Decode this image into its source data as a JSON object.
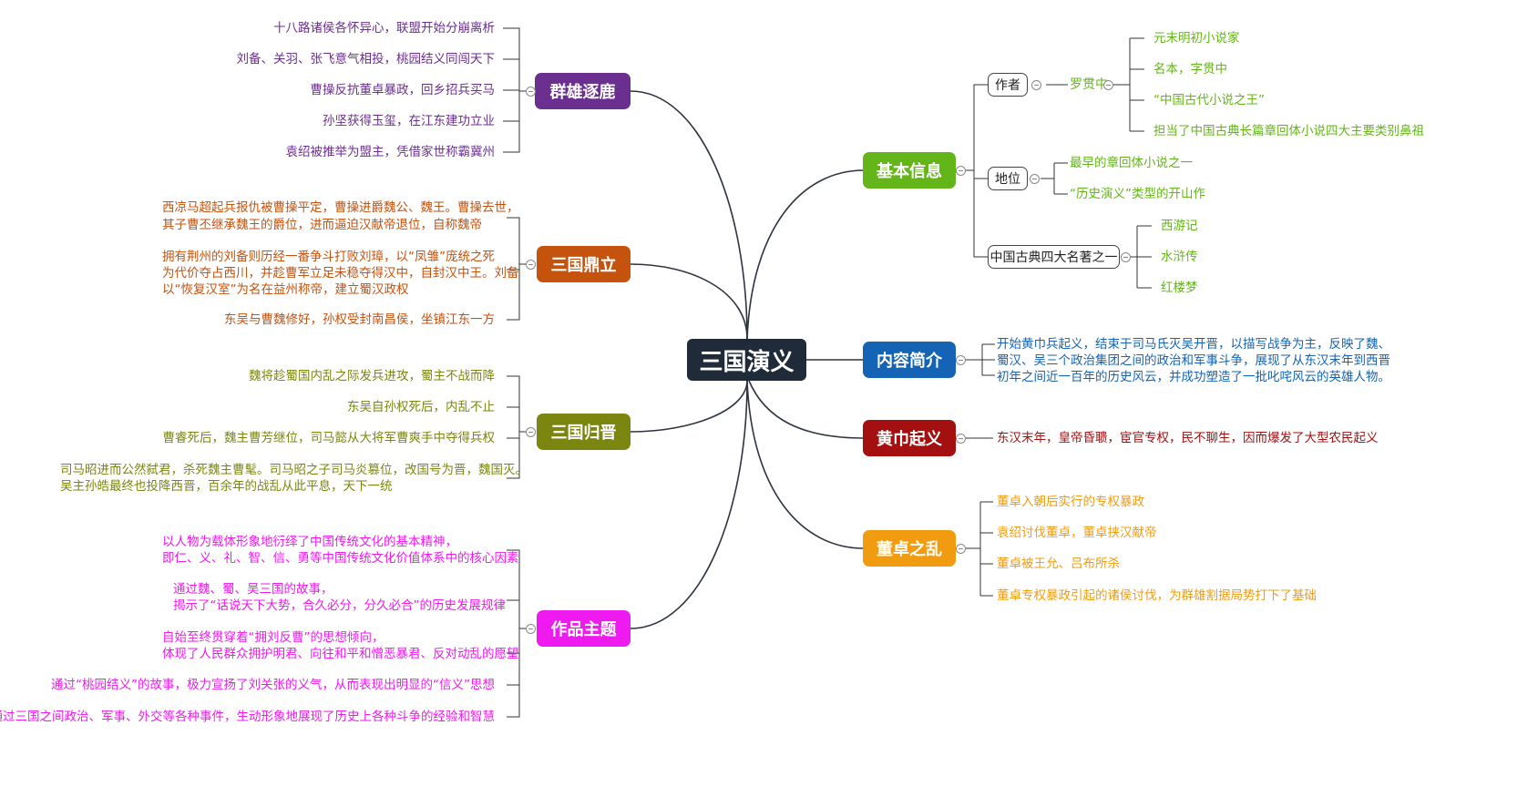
{
  "root": "三国演义",
  "colors": {
    "root": "#1f2b38",
    "qunxiong": "#6b2f8f",
    "dingli": "#c5520d",
    "guijin": "#7a860f",
    "zhuti": "#ee1aef",
    "jiben": "#64b519",
    "neirong": "#1563b4",
    "huangjin": "#a40f0f",
    "dongzhuo": "#f19c10"
  },
  "left": {
    "qunxiong": {
      "title": "群雄逐鹿",
      "items": [
        "十八路诸侯各怀异心，联盟开始分崩离析",
        "刘备、关羽、张飞意气相投，桃园结义同闯天下",
        "曹操反抗董卓暴政，回乡招兵买马",
        "孙坚获得玉玺，在江东建功立业",
        "袁绍被推举为盟主，凭借家世称霸冀州"
      ]
    },
    "dingli": {
      "title": "三国鼎立",
      "items": [
        [
          "西凉马超起兵报仇被曹操平定，曹操进爵魏公、魏王。曹操去世，",
          "其子曹丕继承魏王的爵位，进而逼迫汉献帝退位，自称魏帝"
        ],
        [
          "拥有荆州的刘备则历经一番争斗打败刘璋，以“凤雏”庞统之死",
          "为代价夺占西川，并趁曹军立足未稳夺得汉中，自封汉中王。刘备",
          "以“恢复汉室”为名在益州称帝，建立蜀汉政权"
        ],
        [
          "东吴与曹魏修好，孙权受封南昌侯，坐镇江东一方"
        ]
      ]
    },
    "guijin": {
      "title": "三国归晋",
      "items": [
        [
          "魏将趁蜀国内乱之际发兵进攻，蜀主不战而降"
        ],
        [
          "东吴自孙权死后，内乱不止"
        ],
        [
          "曹睿死后，魏主曹芳继位，司马懿从大将军曹爽手中夺得兵权"
        ],
        [
          "司马昭进而公然弑君，杀死魏主曹髦。司马昭之子司马炎篡位，改国号为晋，魏国灭。",
          "吴主孙皓最终也投降西晋，百余年的战乱从此平息，天下一统"
        ]
      ]
    },
    "zhuti": {
      "title": "作品主题",
      "items": [
        [
          "以人物为载体形象地衍绎了中国传统文化的基本精神，",
          "即仁、义、礼、智、信、勇等中国传统文化价值体系中的核心因素"
        ],
        [
          "通过魏、蜀、吴三国的故事，",
          "揭示了“话说天下大势，合久必分，分久必合”的历史发展规律"
        ],
        [
          "自始至终贯穿着“拥刘反曹”的思想倾向，",
          "体现了人民群众拥护明君、向往和平和憎恶暴君、反对动乱的愿望"
        ],
        [
          "通过“桃园结义”的故事，极力宣扬了刘关张的义气，从而表现出明显的“信义”思想"
        ],
        [
          "通过三国之间政治、军事、外交等各种事件，生动形象地展现了历史上各种斗争的经验和智慧"
        ]
      ]
    }
  },
  "right": {
    "jiben": {
      "title": "基本信息",
      "author": {
        "label": "作者",
        "name": "罗贯中",
        "details": [
          "元末明初小说家",
          "名本，字贯中",
          "“中国古代小说之王”",
          "担当了中国古典长篇章回体小说四大主要类别鼻祖"
        ]
      },
      "status": {
        "label": "地位",
        "items": [
          "最早的章回体小说之一",
          "“历史演义”类型的开山作"
        ]
      },
      "classics": {
        "label": "中国古典四大名著之一",
        "items": [
          "西游记",
          "水浒传",
          "红楼梦"
        ]
      }
    },
    "neirong": {
      "title": "内容简介",
      "lines": [
        "开始黄巾兵起义，结束于司马氏灭吴开晋，以描写战争为主，反映了魏、",
        "蜀汉、吴三个政治集团之间的政治和军事斗争，展现了从东汉末年到西晋",
        "初年之间近一百年的历史风云，并成功塑造了一批叱咤风云的英雄人物。"
      ]
    },
    "huangjin": {
      "title": "黄巾起义",
      "line": "东汉末年，皇帝昏聩，宦官专权，民不聊生，因而爆发了大型农民起义"
    },
    "dongzhuo": {
      "title": "董卓之乱",
      "items": [
        "董卓入朝后实行的专权暴政",
        "袁绍讨伐董卓，董卓挟汉献帝",
        "董卓被王允、吕布所杀",
        "董卓专权暴政引起的诸侯讨伐，为群雄割据局势打下了基础"
      ]
    }
  }
}
